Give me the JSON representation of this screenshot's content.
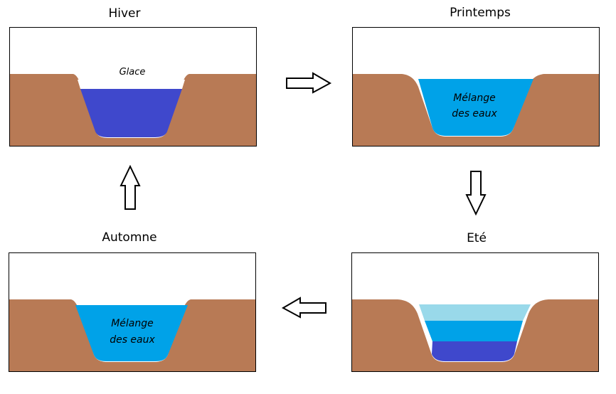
{
  "seasons": {
    "winter": {
      "title": "Hiver",
      "label": "Glace"
    },
    "spring": {
      "title": "Printemps",
      "label_line1": "Mélange",
      "label_line2": "des eaux"
    },
    "summer": {
      "title": "Eté"
    },
    "autumn": {
      "title": "Automne",
      "label_line1": "Mélange",
      "label_line2": "des eaux"
    }
  },
  "colors": {
    "soil": "#b87a55",
    "dense_water": "#3f48cc",
    "mixed_water": "#00a2e8",
    "warm_water": "#99d9ea",
    "ice": "#ffffff",
    "border": "#000000"
  },
  "arrows": [
    "right",
    "down",
    "left",
    "up"
  ]
}
